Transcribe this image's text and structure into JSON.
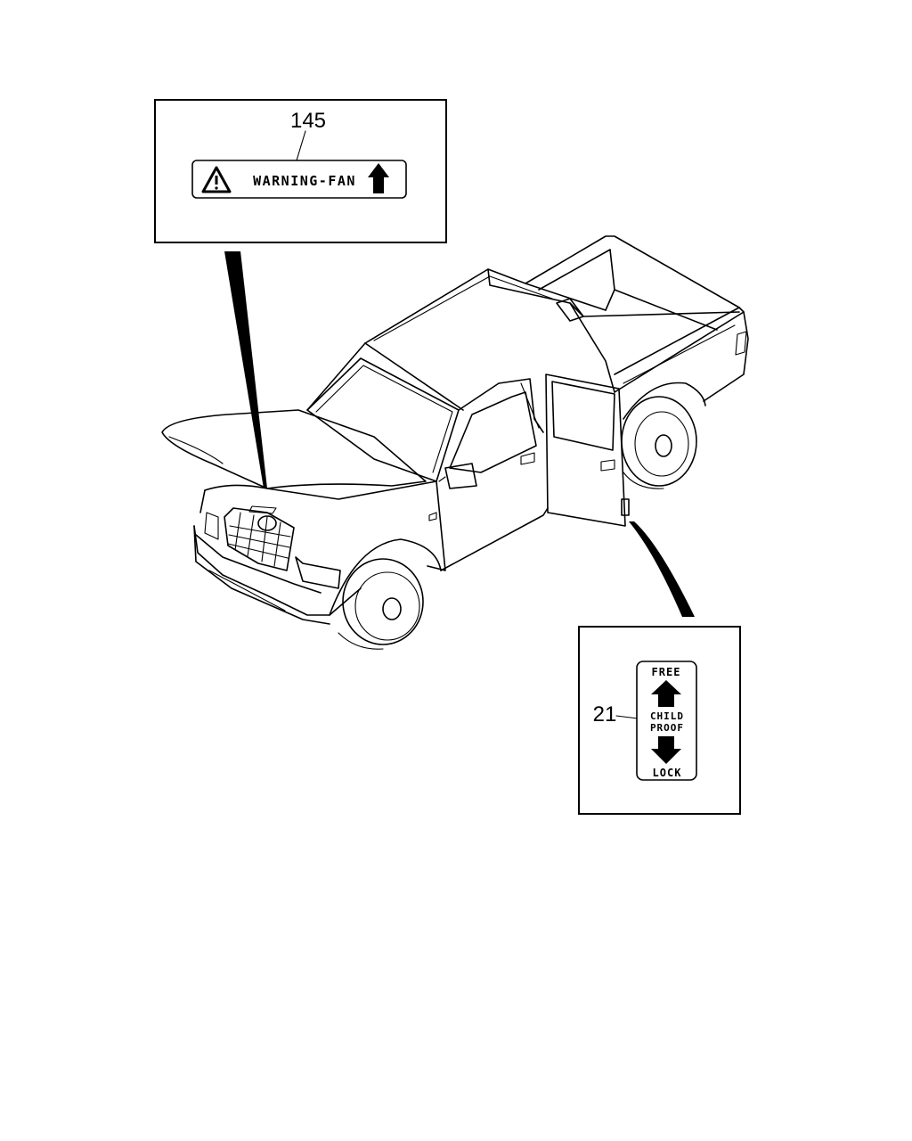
{
  "callouts": [
    {
      "part_no": "145",
      "label_text": "WARNING-FAN",
      "icon": "warning-triangle-icon"
    },
    {
      "part_no": "21",
      "top_text": "FREE",
      "middle_line1": "CHILD",
      "middle_line2": "PROOF",
      "bottom_text": "LOCK",
      "icons": [
        "arrow-up-icon",
        "arrow-down-icon"
      ]
    }
  ]
}
